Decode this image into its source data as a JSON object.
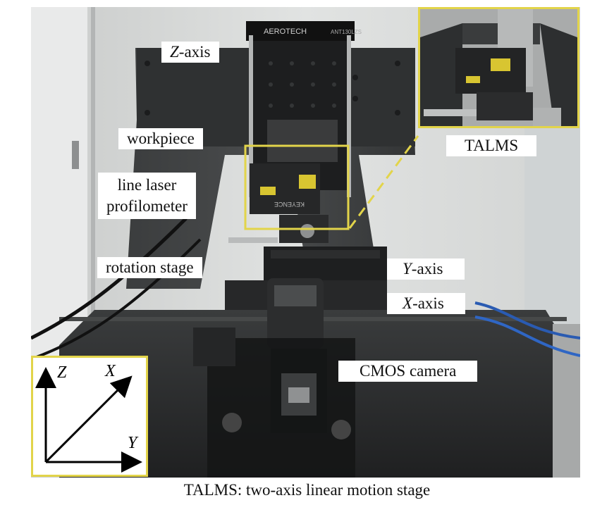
{
  "labels": {
    "z_axis_letter": "Z",
    "z_axis_suffix": "-axis",
    "workpiece": "workpiece",
    "line_laser_1": "line laser",
    "line_laser_2": "profilometer",
    "rotation_stage": "rotation stage",
    "y_axis_letter": "Y",
    "y_axis_suffix": "-axis",
    "x_axis_letter": "X",
    "x_axis_suffix": "-axis",
    "cmos_camera": "CMOS camera",
    "talms": "TALMS"
  },
  "coordinate_system": {
    "z": "Z",
    "x": "X",
    "y": "Y"
  },
  "device_marks": {
    "aerotech": "AEROTECH",
    "model": "ANT130LZS",
    "keyence": "KEYENCE"
  },
  "caption": "TALMS: two-axis linear motion stage",
  "colors": {
    "highlight_box": "#e2d44a"
  }
}
